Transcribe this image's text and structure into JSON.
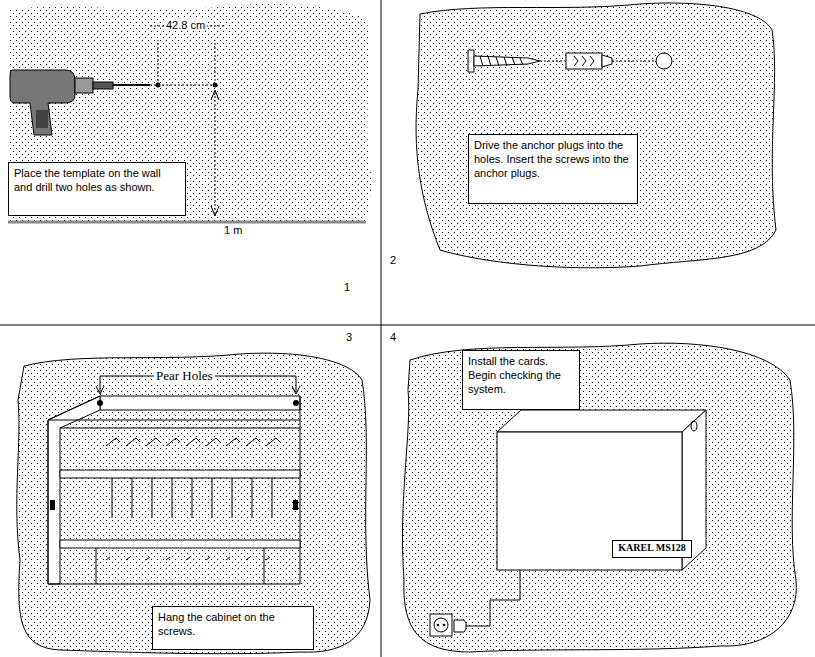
{
  "diagram": {
    "nodes": [
      {
        "text": [
          "Place the template on the wall and drill two holes as shown."
        ]
      },
      {
        "text": [
          "Drive the anchor plugs into the holes. Insert the screws into the anchor plugs."
        ]
      },
      {
        "text": [
          "Hang the cabinet on the screws."
        ]
      },
      {
        "text": [
          "Install the cards. Begin checking the system."
        ]
      },
      {
        "text": [
          "KAREL MS128"
        ]
      }
    ],
    "labels": [
      "42.8 cm",
      "1 m",
      "1",
      "2",
      "3",
      "4",
      "Pear Holes"
    ]
  }
}
